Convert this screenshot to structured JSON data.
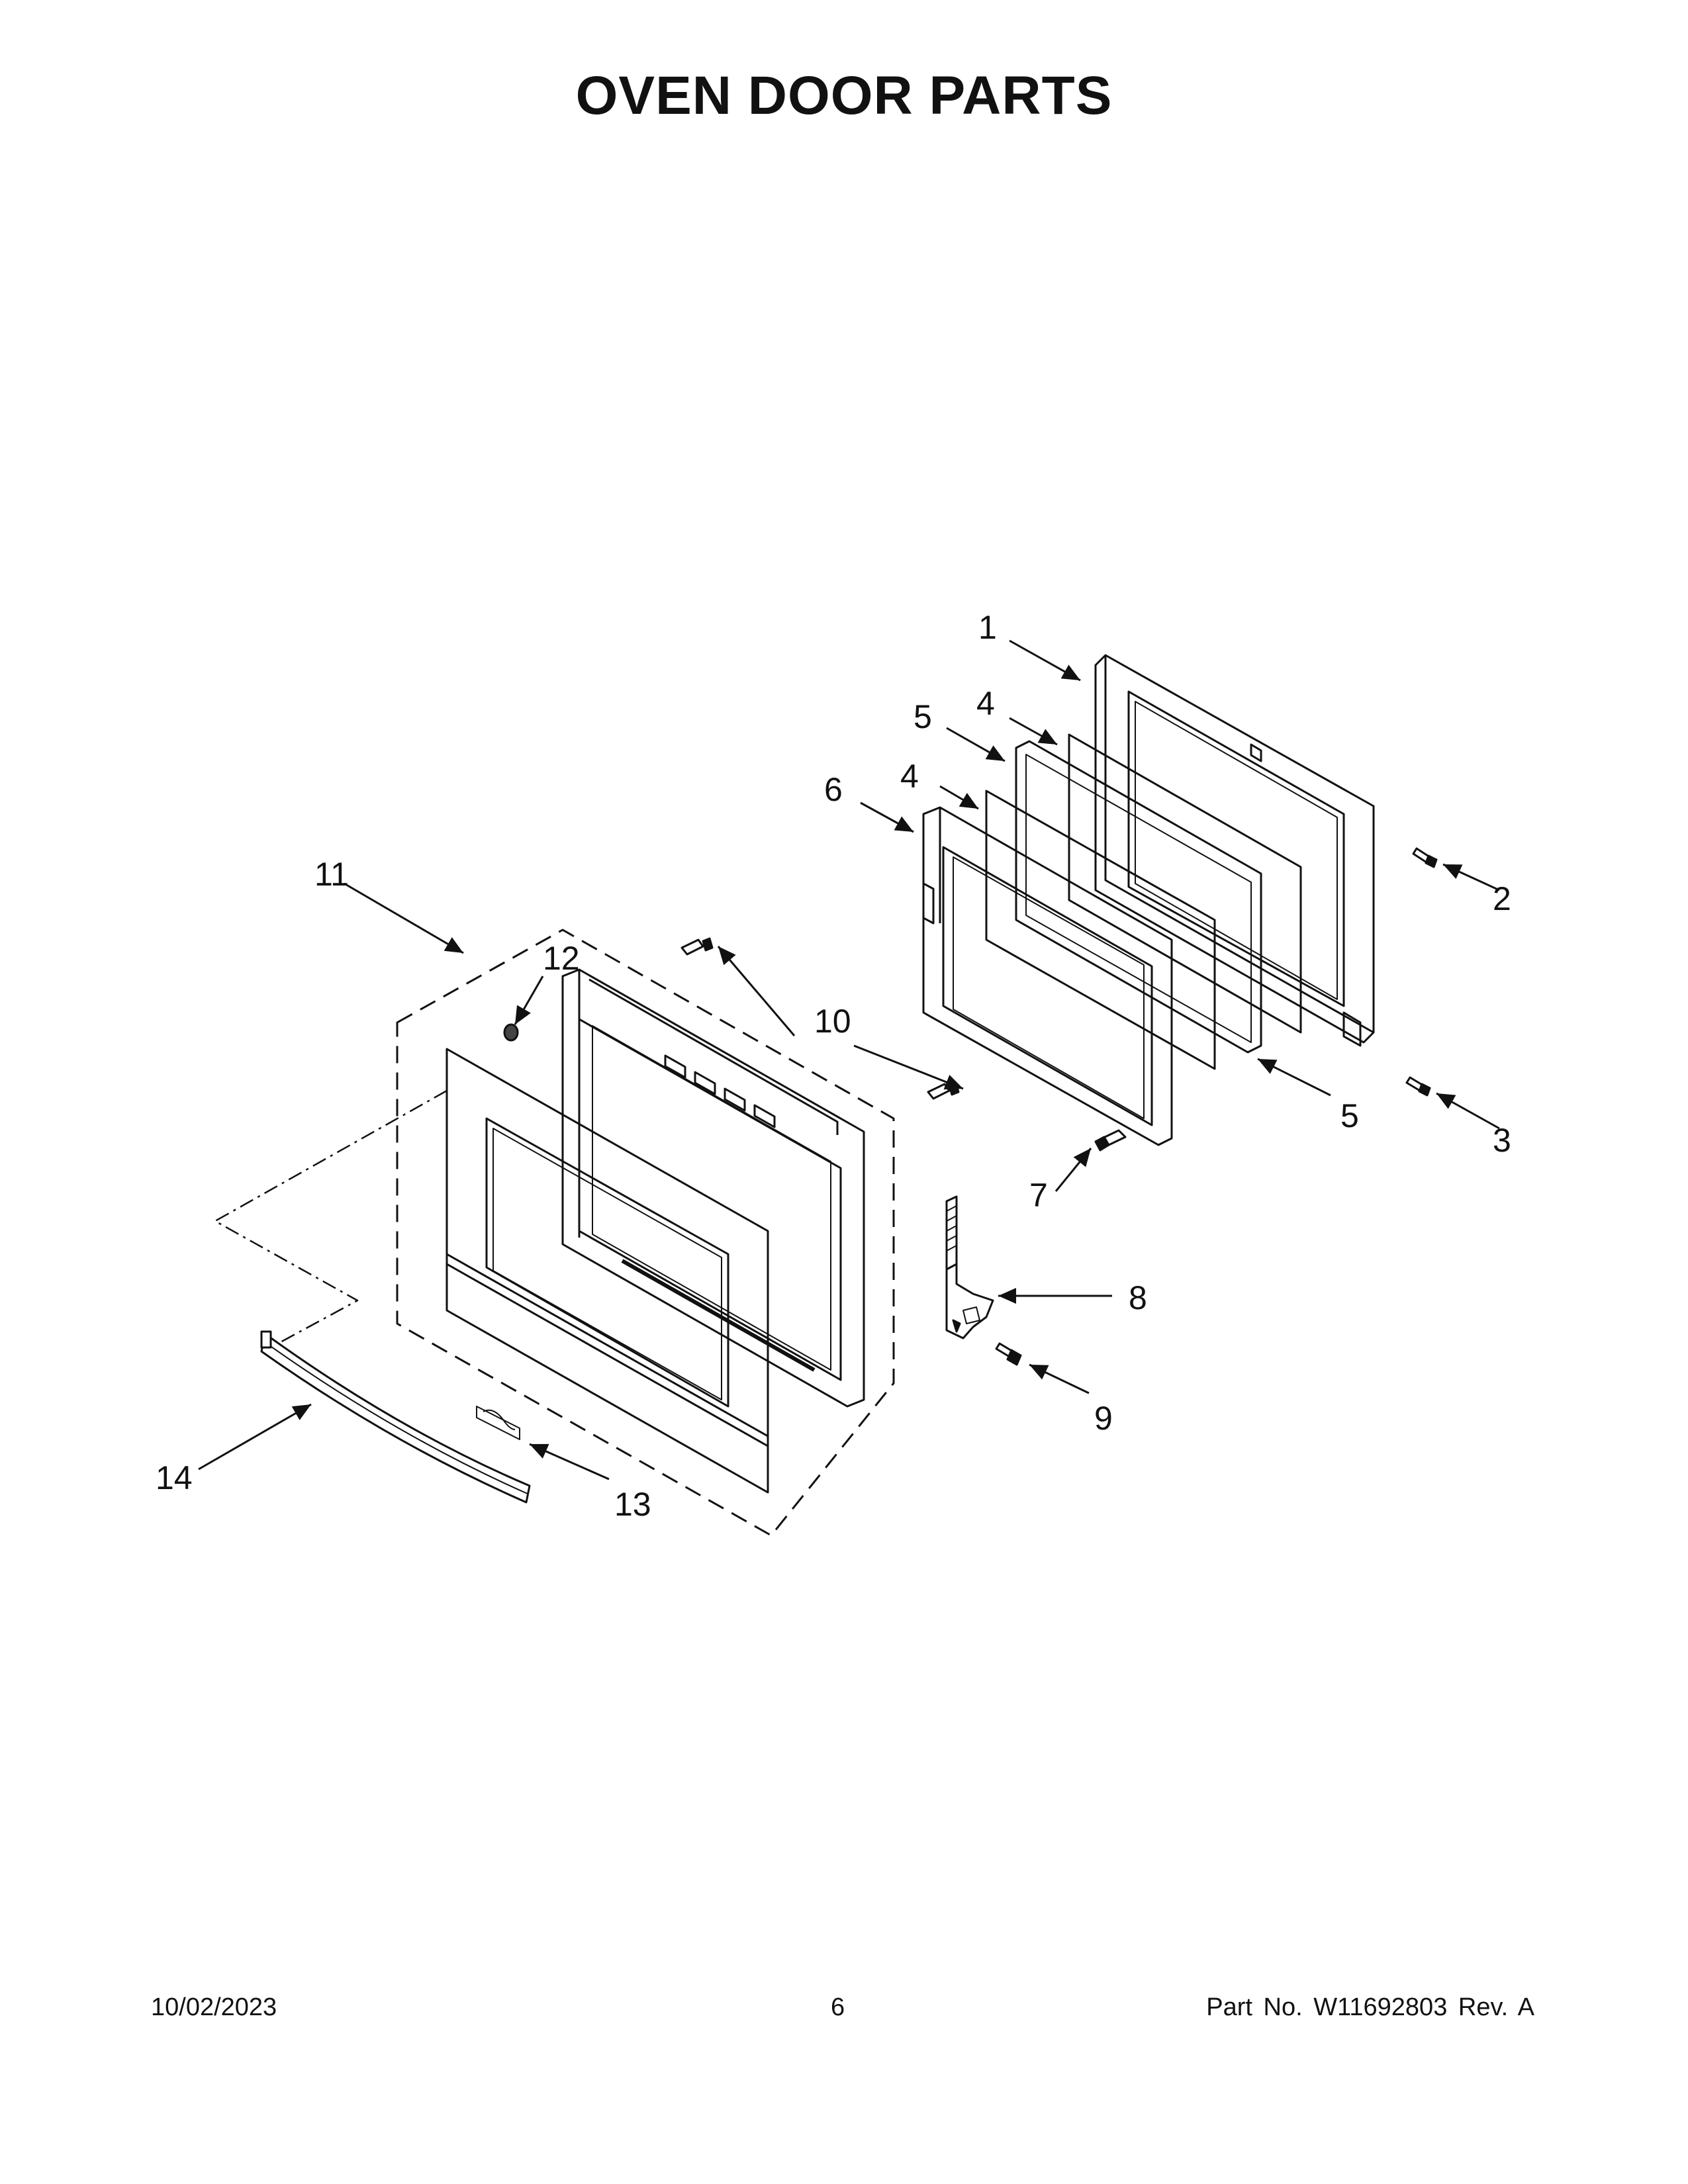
{
  "title": "OVEN DOOR PARTS",
  "callouts": [
    "1",
    "2",
    "3",
    "4",
    "4",
    "5",
    "5",
    "6",
    "7",
    "8",
    "9",
    "10",
    "11",
    "12",
    "13",
    "14"
  ],
  "footer": {
    "date": "10/02/2023",
    "page": "6",
    "part": "Part No.  W11692803  Rev.  A"
  },
  "colors": {
    "ink": "#111111",
    "background": "#ffffff"
  }
}
